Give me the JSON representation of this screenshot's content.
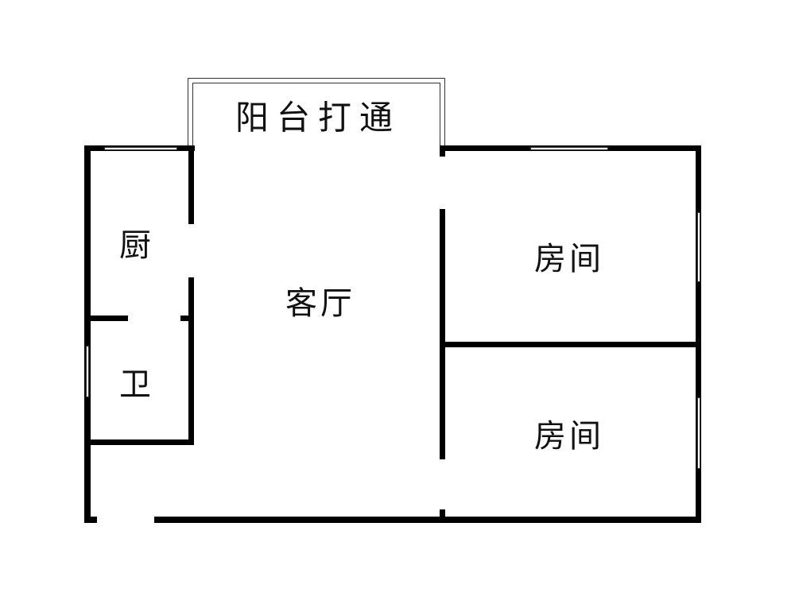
{
  "rooms": {
    "balcony": "阳台打通",
    "kitchen": "厨",
    "living_room": "客厅",
    "bathroom": "卫",
    "bedroom_1": "房间",
    "bedroom_2": "房间"
  },
  "colors": {
    "wall": "#000000",
    "background": "#ffffff"
  }
}
